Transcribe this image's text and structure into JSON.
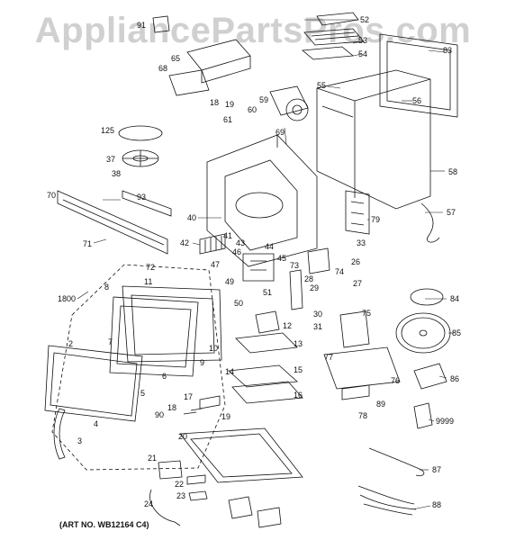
{
  "watermark": "AppliancePartsPros.com",
  "art_number": "(ART NO. WB12164 C4)",
  "callouts": [
    "91",
    "52",
    "65",
    "53",
    "54",
    "83",
    "68",
    "18",
    "19",
    "60",
    "59",
    "55",
    "56",
    "61",
    "125",
    "69",
    "37",
    "38",
    "58",
    "70",
    "93",
    "40",
    "79",
    "57",
    "71",
    "42",
    "41",
    "43",
    "44",
    "33",
    "46",
    "45",
    "47",
    "73",
    "28",
    "74",
    "26",
    "1800",
    "72",
    "8",
    "11",
    "49",
    "51",
    "29",
    "27",
    "50",
    "84",
    "30",
    "31",
    "75",
    "12",
    "2",
    "7",
    "13",
    "10",
    "85",
    "9",
    "6",
    "5",
    "77",
    "14",
    "15",
    "76",
    "86",
    "3",
    "16",
    "4",
    "17",
    "89",
    "18",
    "90",
    "19",
    "78",
    "9999",
    "20",
    "21",
    "22",
    "87",
    "23",
    "24",
    "88"
  ],
  "colors": {
    "line": "#111111",
    "watermark": "#969696"
  }
}
